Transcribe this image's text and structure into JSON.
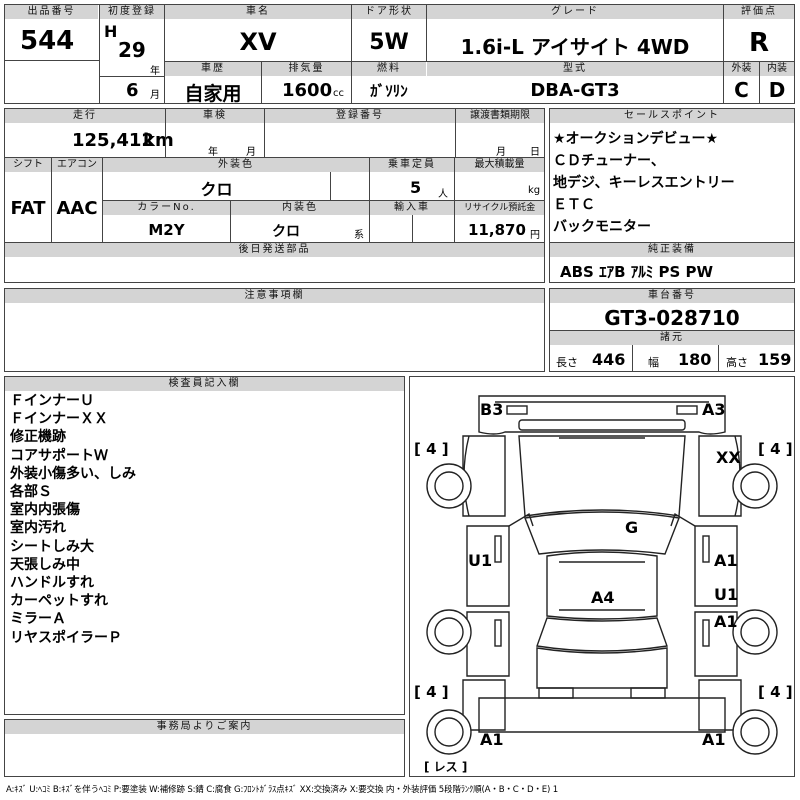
{
  "header": {
    "lot_no_label": "出品番号",
    "lot_no": "544",
    "first_reg_label": "初度登録",
    "era": "H",
    "year": "29",
    "year_unit": "年",
    "month": "6",
    "month_unit": "月",
    "car_name_label": "車名",
    "car_name": "XV",
    "door_label": "ドア形状",
    "door": "5W",
    "grade_label": "グレード",
    "grade": "1.6i-L アイサイト 4WD",
    "score_label": "評価点",
    "score": "R",
    "history_label": "車歴",
    "history": "自家用",
    "displacement_label": "排気量",
    "displacement": "1600",
    "displacement_unit": "cc",
    "fuel_label": "燃料",
    "fuel": "ｶﾞｿﾘﾝ",
    "model_label": "型式",
    "model": "DBA-GT3",
    "exterior_label": "外装",
    "exterior": "C",
    "interior_label": "内装",
    "interior": "D"
  },
  "row2": {
    "mileage_label": "走行",
    "mileage": "125,412",
    "mileage_unit": "km",
    "inspection_label": "車検",
    "insp_year_unit": "年",
    "insp_month_unit": "月",
    "reg_no_label": "登録番号",
    "transfer_label": "譲渡書類期限",
    "transfer_month_unit": "月",
    "transfer_day_unit": "日",
    "shift_label": "シフト",
    "shift": "FAT",
    "ac_label": "エアコン",
    "ac": "AAC",
    "color_label": "外装色",
    "color": "クロ",
    "capacity_label": "乗車定員",
    "capacity": "5",
    "capacity_unit": "人",
    "load_label": "最大積載量",
    "load_unit": "kg",
    "color_no_label": "カラーNo.",
    "color_no": "M2Y",
    "int_color_label": "内装色",
    "int_color": "クロ",
    "int_color_unit": "系",
    "import_label": "輸入車",
    "recycle_label": "リサイクル預託金",
    "recycle": "11,870",
    "recycle_unit": "円",
    "later_parts_label": "後日発送部品"
  },
  "sales_points": {
    "label": "セールスポイント",
    "items": [
      "★オークションデビュー★",
      "ＣＤチューナー、",
      "地デジ、キーレスエントリー",
      "ＥＴＣ",
      "バックモニター"
    ]
  },
  "equipment": {
    "label": "純正装備",
    "value": "ABS ｴｱB ｱﾙﾐ PS PW"
  },
  "chassis": {
    "label": "車台番号",
    "value": "GT3-028710"
  },
  "specs": {
    "label": "諸元",
    "length_label": "長さ",
    "length": "446",
    "width_label": "幅",
    "width": "180",
    "height_label": "高さ",
    "height": "159"
  },
  "notes_label": "注意事項欄",
  "inspector": {
    "label": "検査員記入欄",
    "lines": [
      "ＦインナーＵ",
      "ＦインナーＸＸ",
      "修正機跡",
      "コアサポートＷ",
      "外装小傷多い、しみ",
      "各部Ｓ",
      "室内内張傷",
      "室内汚れ",
      "シートしみ大",
      "天張しみ中",
      "ハンドルすれ",
      "カーペットすれ",
      "ミラーＡ",
      "リヤスポイラーＰ"
    ]
  },
  "office_label": "事務局よりご案内",
  "diagram": {
    "marks": {
      "b3": "B3",
      "a3": "A3",
      "xx": "XX",
      "g": "G",
      "u1_left": "U1",
      "a1_right_upper": "A1",
      "u1_right": "U1",
      "a1_right_lower": "A1",
      "a4": "A4",
      "a1_bottom_left": "A1",
      "a1_bottom_right": "A1"
    },
    "tire_tl": "[ 4 ]",
    "tire_tr": "[ 4 ]",
    "tire_bl": "[ 4 ]",
    "tire_br": "[ 4 ]",
    "spare": "[ レス ]"
  },
  "legend": "A:ｷｽﾞ U:ﾍｺﾐ B:ｷｽﾞを伴うﾍｺﾐ P:要塗装 W:補修跡 S:錆 C:腐食 G:ﾌﾛﾝﾄｶﾞﾗｽ点ｷｽﾞ XX:交換済み X:要交換 内・外装評価 5段階ﾗﾝｸ順(A・B・C・D・E) 1"
}
